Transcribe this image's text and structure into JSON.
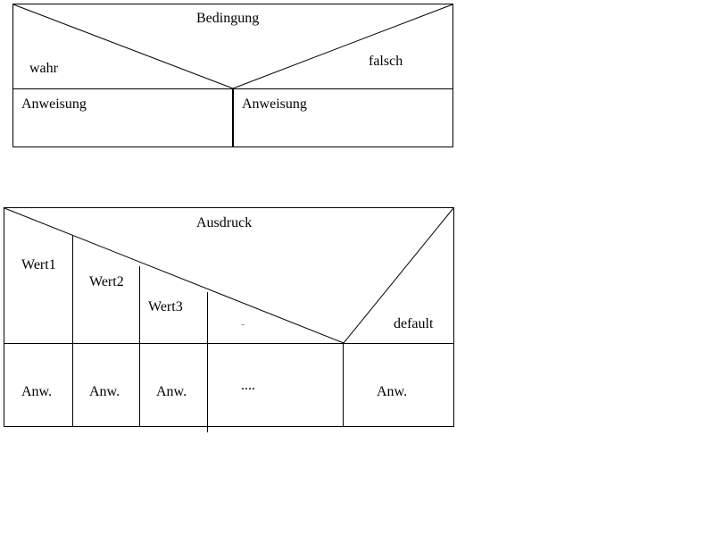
{
  "if_block": {
    "condition": "Bedingung",
    "true_label": "wahr",
    "false_label": "falsch",
    "true_statement": "Anweisung",
    "false_statement": "Anweisung"
  },
  "switch_block": {
    "expression": "Ausdruck",
    "cases": [
      "Wert1",
      "Wert2",
      "Wert3",
      ".."
    ],
    "default_label": "default",
    "statements": [
      "Anw.",
      "Anw.",
      "Anw.",
      "....",
      "Anw."
    ]
  }
}
